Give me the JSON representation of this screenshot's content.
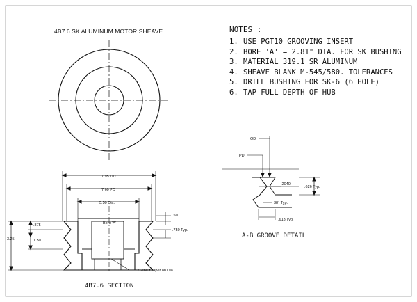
{
  "title": "4B7.6 SK ALUMINUM MOTOR SHEAVE",
  "notes": {
    "heading": "NOTES :",
    "items": [
      {
        "num": "1.",
        "text": "USE PGT10 GROOVING INSERT"
      },
      {
        "num": "2.",
        "text": "BORE 'A' = 2.81\" DIA. FOR SK BUSHING"
      },
      {
        "num": "3.",
        "text": "MATERIAL 319.1 SR ALUMINUM"
      },
      {
        "num": "4.",
        "text": "SHEAVE BLANK M-545/580. TOLERANCES"
      },
      {
        "num": "5.",
        "text": "DRILL BUSHING FOR SK-6 (6 HOLE)"
      },
      {
        "num": "6.",
        "text": "TAP FULL DEPTH OF HUB"
      }
    ]
  },
  "section": {
    "label": "4B7.6   SECTION",
    "dims": {
      "od": "7.95 OD",
      "pd": "7.60 PD",
      "hub": "5.50 Dia.",
      "bore": "Bore 'A'",
      "overall_height": "3.25",
      "hub_height": ".875",
      "groove_height": "1.50",
      "top_offset": ".50",
      "groove_pitch": ".750 Typ.",
      "taper": ".75 In/Ft Taper on Dia."
    }
  },
  "detail": {
    "label": "A-B  GROOVE DETAIL",
    "dims": {
      "od": "OD",
      "pd": "PD",
      "width": ".2040",
      "depth": ".626 Typ.",
      "angle": "38° Typ.",
      "spacing": ".613 Typ."
    }
  }
}
